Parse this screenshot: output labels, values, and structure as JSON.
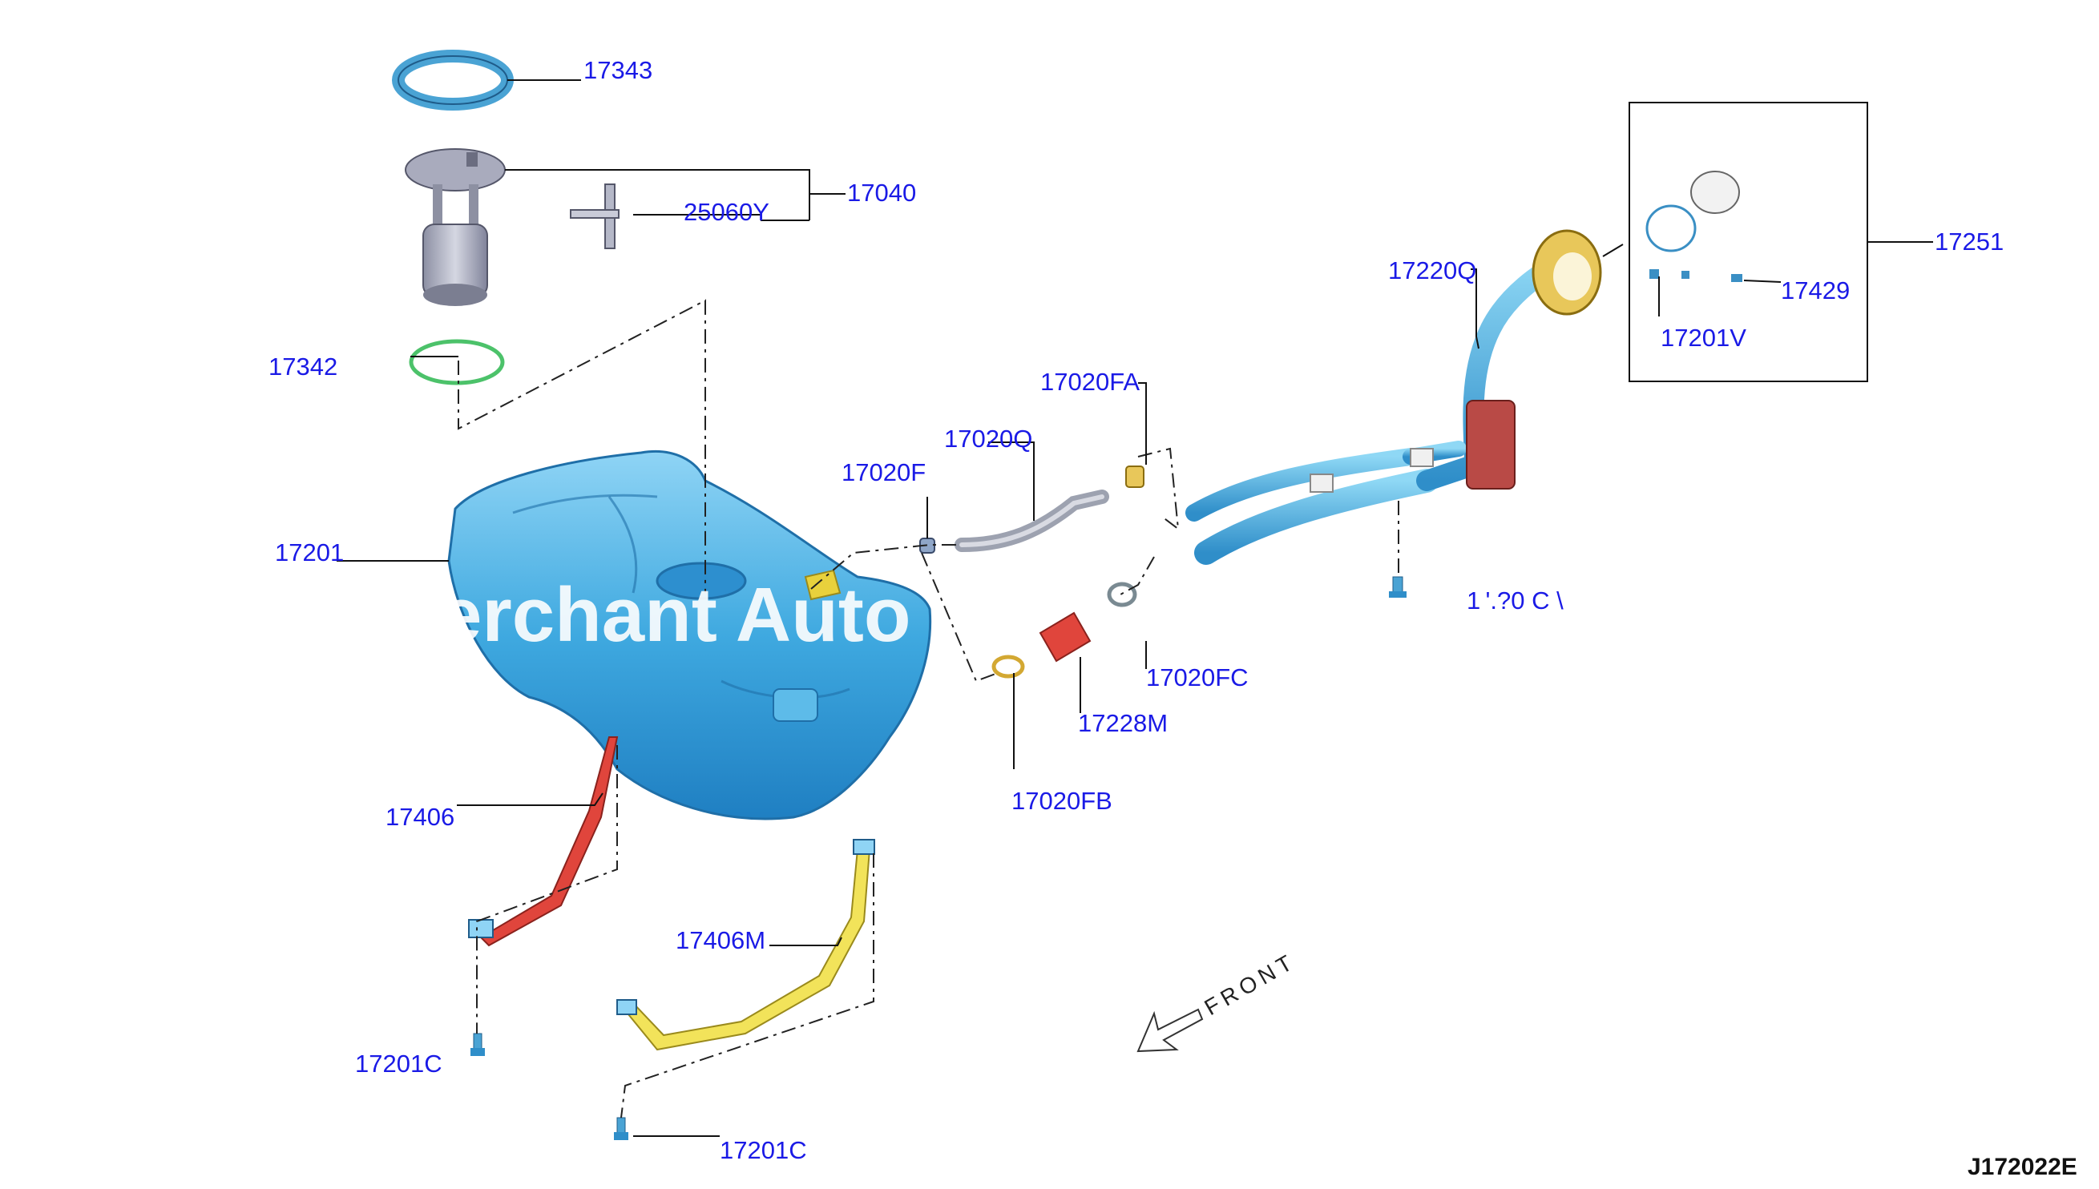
{
  "callouts": {
    "c17343": "17343",
    "c17040": "17040",
    "c25060Y": "25060Y",
    "c17342": "17342",
    "c17201": "17201",
    "c17020F": "17020F",
    "c17020Q": "17020Q",
    "c17020FA": "17020FA",
    "c17020FC": "17020FC",
    "c17228M": "17228M",
    "c17020FB": "17020FB",
    "c17220Q": "17220Q",
    "c17251": "17251",
    "c17429": "17429",
    "c17201V": "17201V",
    "c17406": "17406",
    "c17406M": "17406M",
    "c17201C_a": "17201C",
    "c17201C_b": "17201C",
    "c17020C_partial": "1 '.?0  C \\"
  },
  "front_label": "FRONT",
  "watermark": "erchant Auto",
  "diagram_code": "J172022E",
  "colors": {
    "tank": "#3fa9e0",
    "callout_text": "#1a1ae6",
    "strap_red": "#e0453c",
    "strap_yellow": "#f2e35a",
    "hose_red": "#b94a46",
    "gasket_green": "#4cc26a"
  }
}
